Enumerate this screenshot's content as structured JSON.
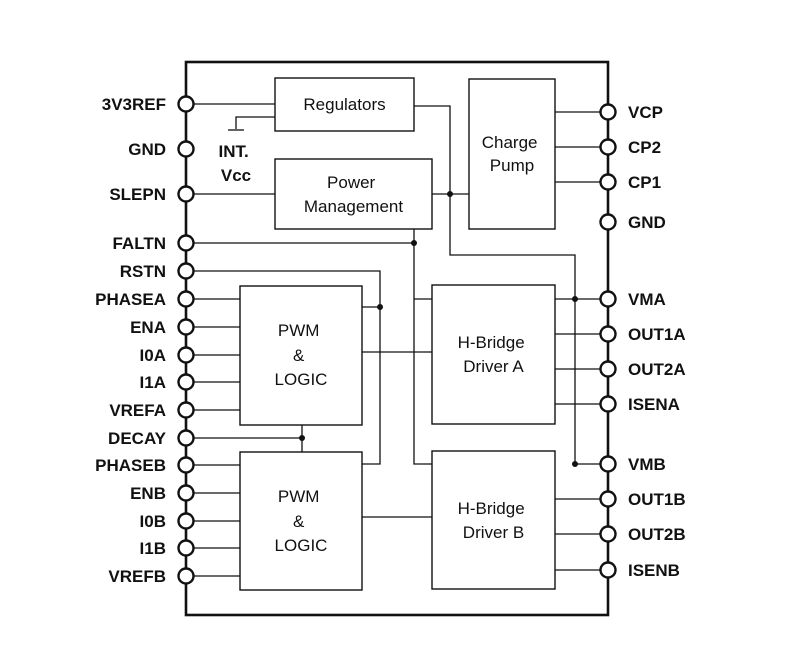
{
  "chip": {
    "left_pins": [
      "3V3REF",
      "GND",
      "SLEPN",
      "FALTN",
      "RSTN",
      "PHASEA",
      "ENA",
      "I0A",
      "I1A",
      "VREFA",
      "DECAY",
      "PHASEB",
      "ENB",
      "I0B",
      "I1B",
      "VREFB"
    ],
    "right_pins": [
      "VCP",
      "CP2",
      "CP1",
      "GND",
      "VMA",
      "OUT1A",
      "OUT2A",
      "ISENA",
      "VMB",
      "OUT1B",
      "OUT2B",
      "ISENB"
    ]
  },
  "blocks": {
    "regulators": [
      "Regulators"
    ],
    "charge_pump": [
      "Charge",
      "Pump"
    ],
    "power_management": [
      "Power",
      "Management"
    ],
    "pwm_logic_a": [
      "PWM",
      "&",
      "LOGIC"
    ],
    "pwm_logic_b": [
      "PWM",
      "&",
      "LOGIC"
    ],
    "hbridge_a": [
      "H-Bridge",
      "Driver A"
    ],
    "hbridge_b": [
      "H-Bridge",
      "Driver B"
    ]
  },
  "int_vcc": [
    "INT.",
    "Vcc"
  ]
}
